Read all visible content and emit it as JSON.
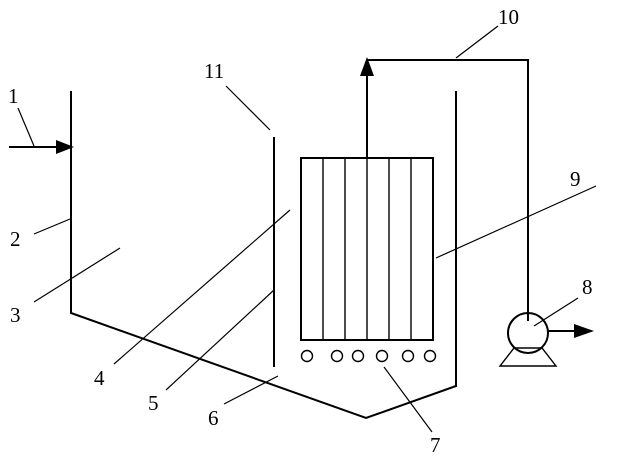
{
  "diagram": {
    "labels": {
      "l1": "1",
      "l2": "2",
      "l3": "3",
      "l4": "4",
      "l5": "5",
      "l6": "6",
      "l7": "7",
      "l8": "8",
      "l9": "9",
      "l10": "10",
      "l11": "11"
    },
    "membrane_tubes": 6,
    "aerator_holes": 6,
    "colors": {
      "line": "#000000",
      "background": "#ffffff"
    }
  }
}
